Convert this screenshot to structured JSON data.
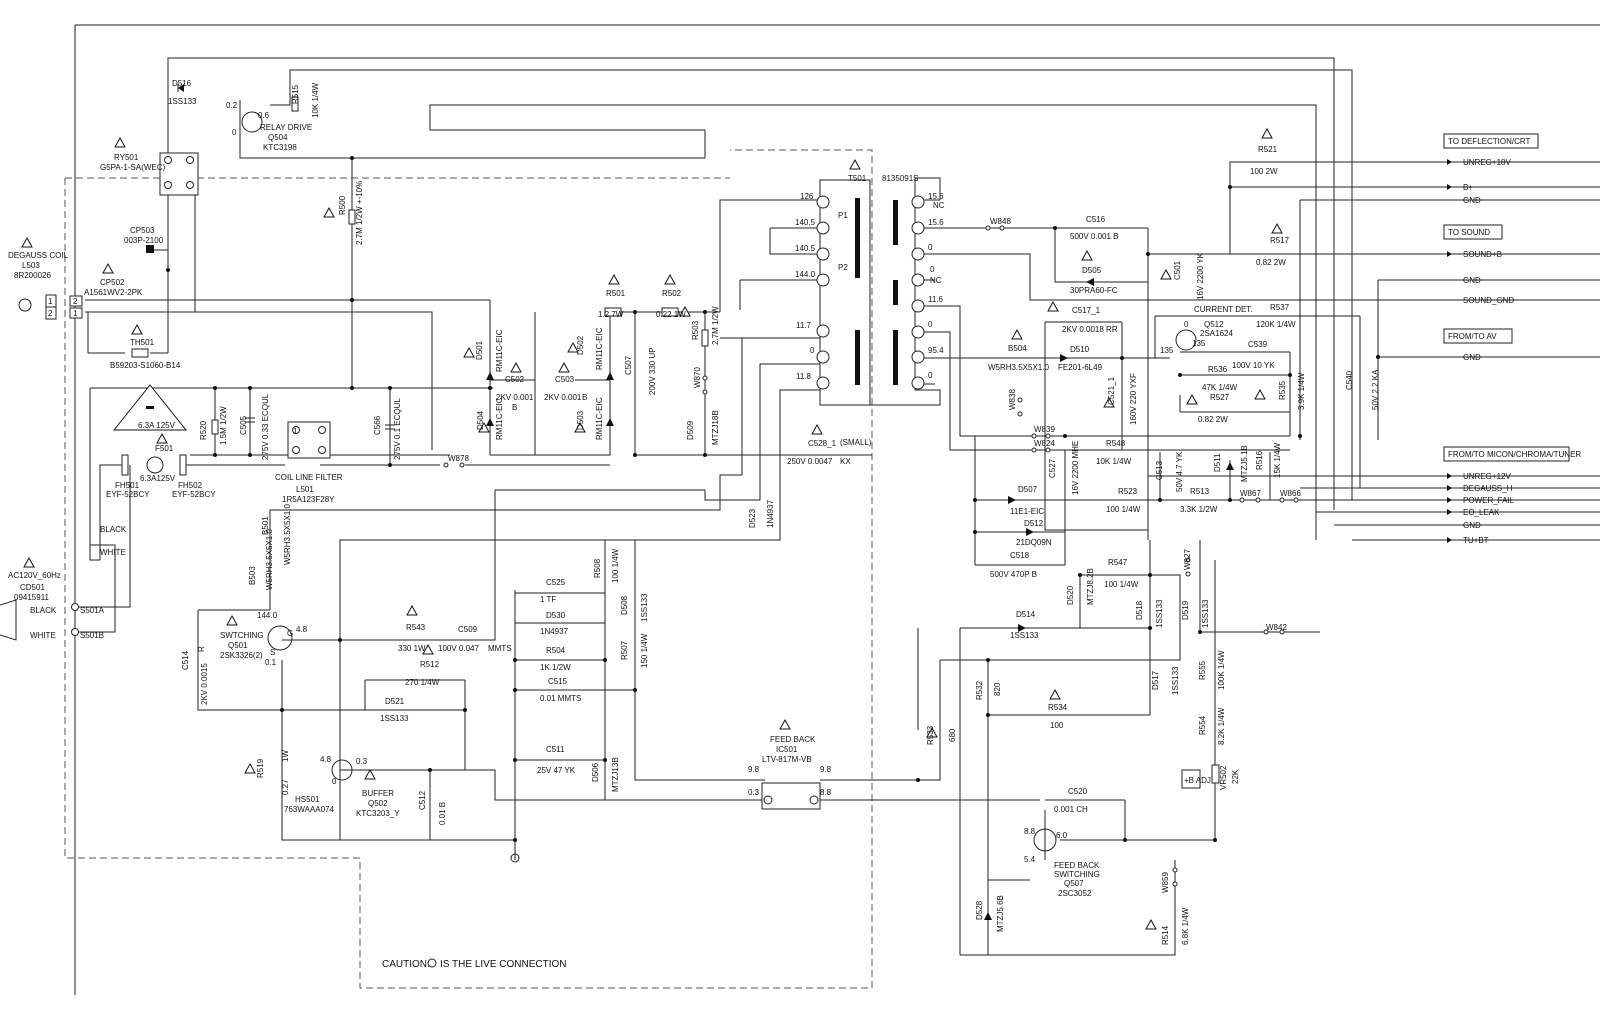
{
  "connectors": {
    "deflection": "TO DEFLECTION/CRT",
    "sound": "TO SOUND",
    "av": "FROM/TO AV",
    "micon": "FROM/TO MICON/CHROMA/TUNER"
  },
  "signals": {
    "unreg18": "UNREG+18V",
    "bplus": "B+",
    "gnd1": "GND",
    "soundb": "SOUND+B",
    "gnd2": "GND",
    "soundgnd": "SOUND_GND",
    "gnd3": "GND",
    "unreg12": "UNREG+12V",
    "degauss_h": "DEGAUSS_H",
    "powerfail": "POWER_FAIL",
    "eoleak": "EO_LEAK",
    "gnd4": "GND",
    "tubt": "TU+BT"
  },
  "labels": {
    "d516": "D516",
    "d516v": "1SS133",
    "q504": "Q504",
    "q504v": "KTC3198",
    "relaydrive": "RELAY DRIVE",
    "q504b": "0.2",
    "q504c": "0.6",
    "q504e": "0",
    "r515": "R515",
    "r515v": "10K  1/4W",
    "ry501": "RY501",
    "ry501v": "G5PA-1-SA(WEC)",
    "cp503": "CP503",
    "cp503v": "003P-2100",
    "degauss": "DEGAUSS COIL",
    "l503": "L503",
    "l503v": "8R200026",
    "cp502": "CP502",
    "cp502v": "A1561WV2-2PK",
    "th501": "TH501",
    "th501v": "B59203-S1060-B14",
    "r500": "R500",
    "r500v": "2.7M  1/2W  +-10%",
    "fusewarn": "6.3A 125V",
    "f501": "F501",
    "f501v": "6.3A125V",
    "fh501": "FH501",
    "fh501v": "EYF-52BCY",
    "fh502": "FH502",
    "fh502v": "EYF-52BCY",
    "r520": "R520",
    "r520v": "1.5M  1/2W",
    "c505": "C505",
    "c505v": "275V  0.33  ECQUL",
    "l501": "L501",
    "l501v": "1R5A123F28Y",
    "coil": "COIL LINE FILTER",
    "c566": "C566",
    "c566v": "275V  0.1  ECQUL",
    "w878": "W878",
    "black1": "BLACK",
    "white1": "WHITE",
    "ac": "AC120V_60Hz",
    "cd501": "CD501",
    "cd501v": "09415911",
    "black2": "BLACK",
    "white2": "WHITE",
    "s501a": "S501A",
    "s501b": "S501B",
    "b501": "B501",
    "b501v": "W5RH3.5X5X1.0",
    "b503": "B503",
    "b503v": "W5RH3.5X5X1.0",
    "q501": "Q501",
    "q501v": "2SK3326(2)",
    "switching": "SWTCHING",
    "q501d": "144.0",
    "q501g": "4.8",
    "q501s": "0.1",
    "g": "G",
    "s": "S",
    "c514": "C514",
    "c514v": "2KV  0.0015",
    "rr": "R",
    "r543": "R543",
    "r543v": "330  1W",
    "c509": "C509",
    "c509v": "100V  0.047",
    "mmts": "MMTS",
    "r512": "R512",
    "r512v": "270       1/4W",
    "d521": "D521",
    "d521v": "1SS133",
    "r519": "R519",
    "r519v": "0.27",
    "r519w": "1W",
    "hs501": "HS501",
    "hs501v": "763WAAA074",
    "q502": "Q502",
    "q502v": "KTC3203_Y",
    "buffer": "BUFFER",
    "q502b": "4.8",
    "q502e": "0",
    "q502c": "0.3",
    "c512": "C512",
    "c512v": "0.01    B",
    "d501": "D501",
    "d501v": "RM11C-EIC",
    "c502": "C502",
    "c502v": "2KV  0.001",
    "c502t": "B",
    "c503": "C503",
    "c503v": "2KV  0.001",
    "c503t": "B",
    "d502": "D502",
    "d502v": "RM11C-EIC",
    "d504": "D504",
    "d504v": "RM11C-EIC",
    "d503": "D503",
    "d503v": "RM11C-EIC",
    "r501": "R501",
    "r501v": "1.2   7W",
    "r502": "R502",
    "r502v": "0.22   1W",
    "c507": "C507",
    "c507v": "200V  330  UP",
    "r503": "R503",
    "r503v": "2.7M  1/2W",
    "w870": "W870",
    "d509": "D509",
    "d509v": "MTZJ18B",
    "c528": "C528_1",
    "small": "(SMALL)",
    "c528v": "250V  0.0047",
    "kx": "KX",
    "d523": "D523",
    "d523v": "1N4937",
    "c525": "C525",
    "c525v": "1       TF",
    "d530": "D530",
    "d530v": "1N4937",
    "r508": "R508",
    "r508v": "100  1/4W",
    "d508": "D508",
    "d508v": "1SS133",
    "r504": "R504",
    "r504v": "1K     1/2W",
    "r507": "R507",
    "r507v": "150  1/4W",
    "c515": "C515",
    "c515v": "0.01          MMTS",
    "c511": "C511",
    "c511v": "25V   47   YK",
    "d506": "D506",
    "d506v": "MTZJ13B",
    "t501": "T501",
    "t501v": "8135091S",
    "p1": "P1",
    "p2": "P2",
    "v126": "126",
    "v1405a": "140.5",
    "v1405b": "140.5",
    "v144": "144.0",
    "v117": "11.7",
    "v0": "0",
    "v118": "11.8",
    "v156a": "15.6",
    "nc1": "NC",
    "v156b": "15.6",
    "v0b": "0",
    "v0c": "0",
    "nc2": "NC",
    "v116": "11.6",
    "v0d": "0",
    "v954": "95.4",
    "v0e": "0",
    "w848": "W848",
    "c516": "C516",
    "c516v": "500V  0.001   B",
    "d505": "D505",
    "d505v": "30PRA60-FC",
    "c501": "C501",
    "c501v": "16V  2200  YK",
    "r521": "R521",
    "r521v": "100    2W",
    "r517": "R517",
    "r517v": "0.82     2W",
    "c517": "C517_1",
    "c517v": "2KV  0.0018    RR",
    "b504": "B504",
    "b504v": "W5RH3.5X5X1.0",
    "d510": "D510",
    "d510v": "FE201-6L49",
    "currentdet": "CURRENT DET.",
    "q512": "Q512",
    "q512v": "2SA1624",
    "q512b": "0",
    "q512e": "135",
    "q512c": "135",
    "r537": "R537",
    "r537v": "120K    1/4W",
    "c539": "C539",
    "c539v": "100V   10   YK",
    "r536": "R536",
    "r536v": "47K    1/4W",
    "r527": "R527",
    "r527v": "0.82    2W",
    "r535": "R535",
    "r535v": "3.9K  1/4W",
    "c540": "C540",
    "c540v": "50V  2.2   KA",
    "c521": "C521_1",
    "c521v": "160V  220  YXF",
    "w838": "W838",
    "w839": "W839",
    "w824": "W824",
    "r548": "R548",
    "r548v": "10K      1/4W",
    "c527": "C527",
    "c527v": "16V  2200  MHE",
    "c513": "C513",
    "c513v": "50V  4.7   YK",
    "d511": "D511",
    "d511v": "MTZJ5.1B",
    "r516": "R516",
    "r516v": "15K  1/4W",
    "d507": "D507",
    "d507v": "11E1-EIC",
    "r523": "R523",
    "r523v": "100    1/4W",
    "r513": "R513",
    "r513v": "3.3K    1/2W",
    "w867": "W867",
    "w866": "W866",
    "d512": "D512",
    "d512v": "21DQ09N",
    "c518": "C518",
    "c518v": "500V  470P  B",
    "r547": "R547",
    "r547v": "100  1/4W",
    "d520": "D520",
    "d520v": "MTZJ8.2B",
    "w827": "W827",
    "d514": "D514",
    "d514v": "1SS133",
    "d518": "D518",
    "d518v": "1SS133",
    "d519": "D519",
    "d519v": "1SS133",
    "w842": "W842",
    "r532": "R532",
    "r532v": "820",
    "r534": "R534",
    "r534v": "100",
    "d517": "D517",
    "d517v": "1SS133",
    "r555": "R555",
    "r555v": "100K   1/4W",
    "r554": "R554",
    "r554v": "8.2K   1/4W",
    "r533": "R533",
    "r533v": "680",
    "feedback": "FEED BACK",
    "ic501": "IC501",
    "ic501v": "LTV-817M-VB",
    "ic98a": "9.8",
    "ic98b": "9.8",
    "ic03": "0.3",
    "ic88": "8.8",
    "badj": "+B ADJ",
    "vr502": "VR502",
    "vr502v": "22K",
    "c520": "C520",
    "c520v": "0.001          CH",
    "q507": "Q507",
    "q507v": "2SC3052",
    "fbsw1": "FEED BACK",
    "fbsw2": "SWITCHING",
    "q507c": "8.8",
    "q507e": "6.0",
    "q507b": "5.4",
    "d528": "D528",
    "d528v": "MTZJ5.6B",
    "w859": "W859",
    "r514": "R514",
    "r514v": "6.8K  1/4W",
    "caution1": "CAUTION:",
    "caution2": "IS THE LIVE CONNECTION",
    "pin1": "1",
    "pin2": "2"
  }
}
